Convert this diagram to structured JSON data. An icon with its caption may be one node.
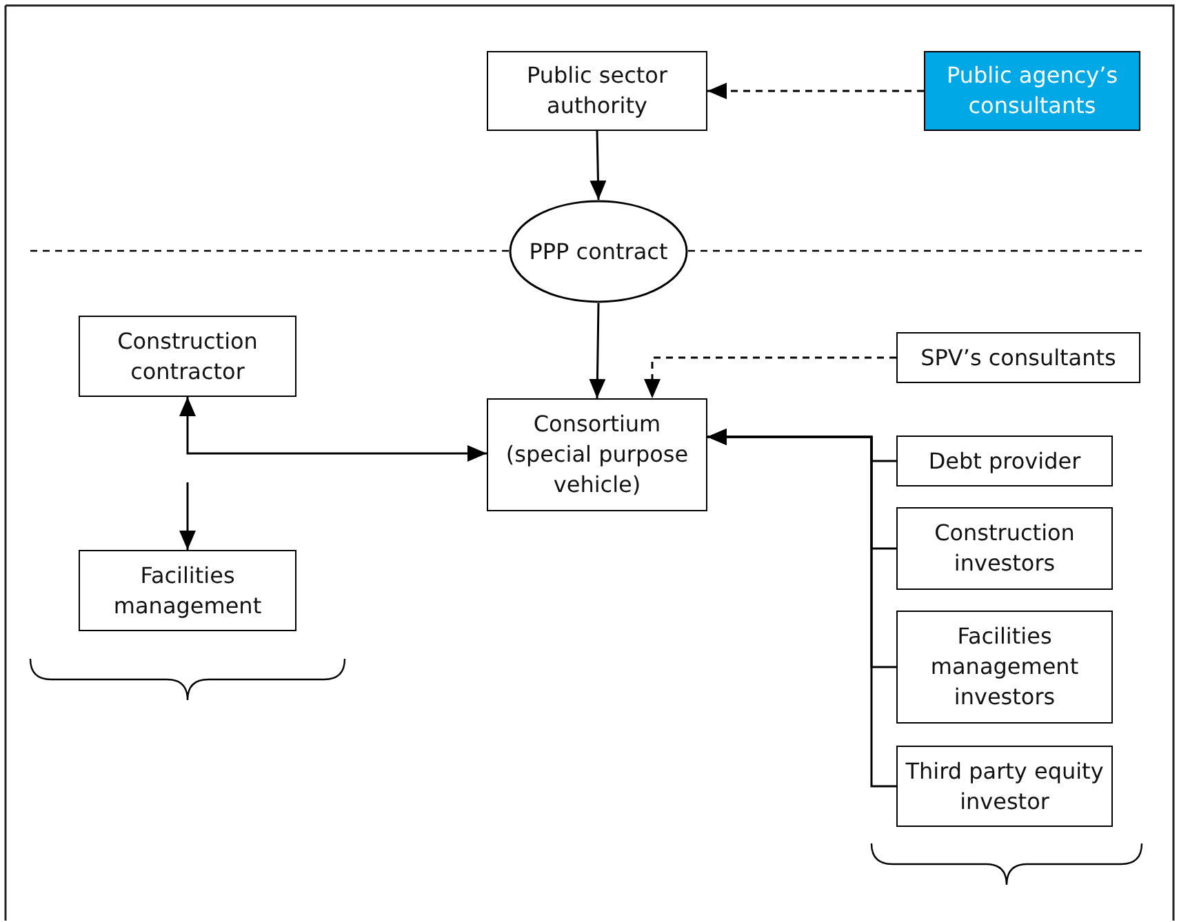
{
  "diagram": {
    "nodes": [
      {
        "text": [
          "Public sector authority"
        ]
      },
      {
        "text": [
          "Public agency’s consultants"
        ]
      },
      {
        "text": [
          "PPP contract"
        ]
      },
      {
        "text": [
          "Construction contractor"
        ]
      },
      {
        "text": [
          "SPV’s consultants"
        ]
      },
      {
        "text": [
          "Consortium (special purpose vehicle)"
        ]
      },
      {
        "text": [
          "Facilities management"
        ]
      },
      {
        "text": [
          "Debt provider"
        ]
      },
      {
        "text": [
          "Construction investors"
        ]
      },
      {
        "text": [
          "Facilities management investors"
        ]
      },
      {
        "text": [
          "Third party equity investor"
        ]
      }
    ],
    "edges": [
      {
        "from": 1,
        "to": 0,
        "arrow": "to",
        "style": "dashed"
      },
      {
        "from": 0,
        "to": 2,
        "arrow": "to"
      },
      {
        "from": 2,
        "to": 5,
        "arrow": "to"
      },
      {
        "from": 4,
        "to": 5,
        "arrow": "to",
        "style": "dashed"
      },
      {
        "from": 3,
        "to": 5,
        "arrow": "both"
      },
      {
        "from": null,
        "to": 6,
        "arrow": "to"
      },
      {
        "from": 7,
        "to": 5,
        "arrow": "to"
      },
      {
        "from": 8,
        "to": 5,
        "arrow": "to"
      },
      {
        "from": 9,
        "to": 5,
        "arrow": "to"
      },
      {
        "from": 10,
        "to": 5,
        "arrow": "to"
      }
    ]
  }
}
